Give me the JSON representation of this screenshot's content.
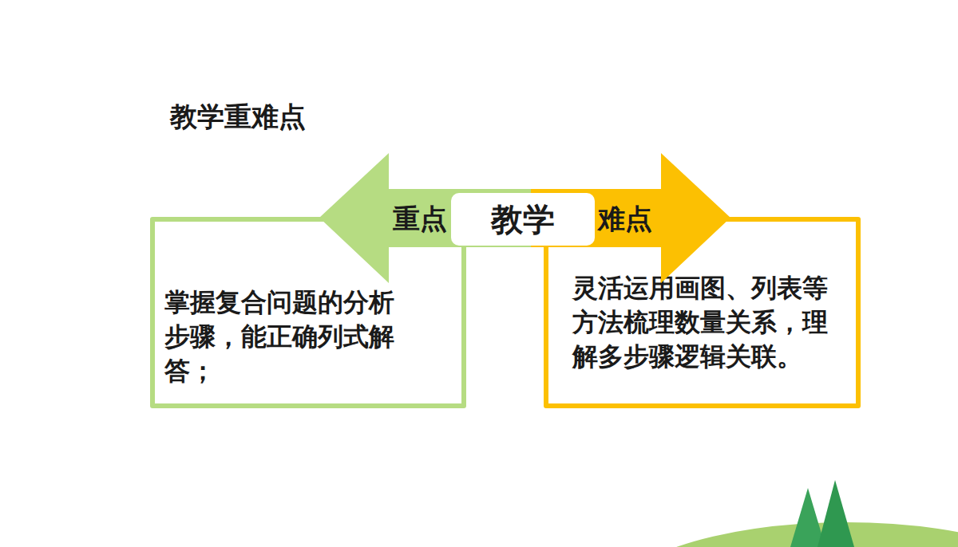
{
  "diagram": {
    "title": "教学重难点",
    "nodes": [
      {
        "text": [
          "重点"
        ]
      },
      {
        "text": [
          "教学"
        ]
      },
      {
        "text": [
          "难点"
        ]
      },
      {
        "text": [
          "掌握复合问题的分析步骤，能正确列式解答；"
        ]
      },
      {
        "text": [
          "灵活运用画图、列表等方法梳理数量关系，理解多步骤逻辑关联。"
        ]
      }
    ]
  }
}
